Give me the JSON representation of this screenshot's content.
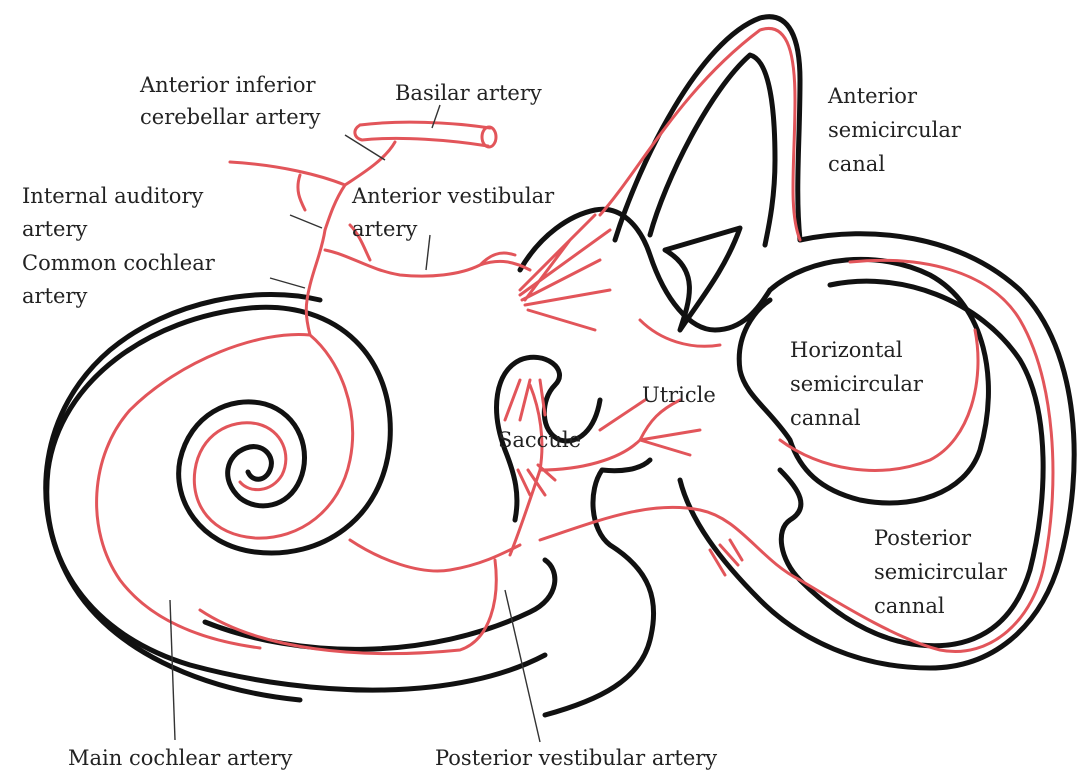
{
  "diagram": {
    "labels": {
      "anterior_inferior_cerebellar_artery": [
        "Anterior inferior",
        "cerebellar artery"
      ],
      "basilar_artery": "Basilar artery",
      "internal_auditory_artery": [
        "Internal auditory",
        "artery"
      ],
      "common_cochlear_artery": [
        "Common cochlear",
        "artery"
      ],
      "anterior_vestibular_artery": [
        "Anterior vestibular",
        "artery"
      ],
      "anterior_semicircular_canal": [
        "Anterior",
        "semicircular",
        "canal"
      ],
      "horizontal_semicircular_canal": [
        "Horizontal",
        "semicircular",
        "cannal"
      ],
      "utricle": "Utricle",
      "saccule": "Saccule",
      "posterior_semicircular_canal": [
        "Posterior",
        "semicircular",
        "cannal"
      ],
      "main_cochlear_artery": "Main cochlear artery",
      "posterior_vestibular_artery": "Posterior vestibular artery"
    },
    "colors": {
      "outline": "#111111",
      "vessel": "#e2555a",
      "text": "#222222"
    }
  }
}
